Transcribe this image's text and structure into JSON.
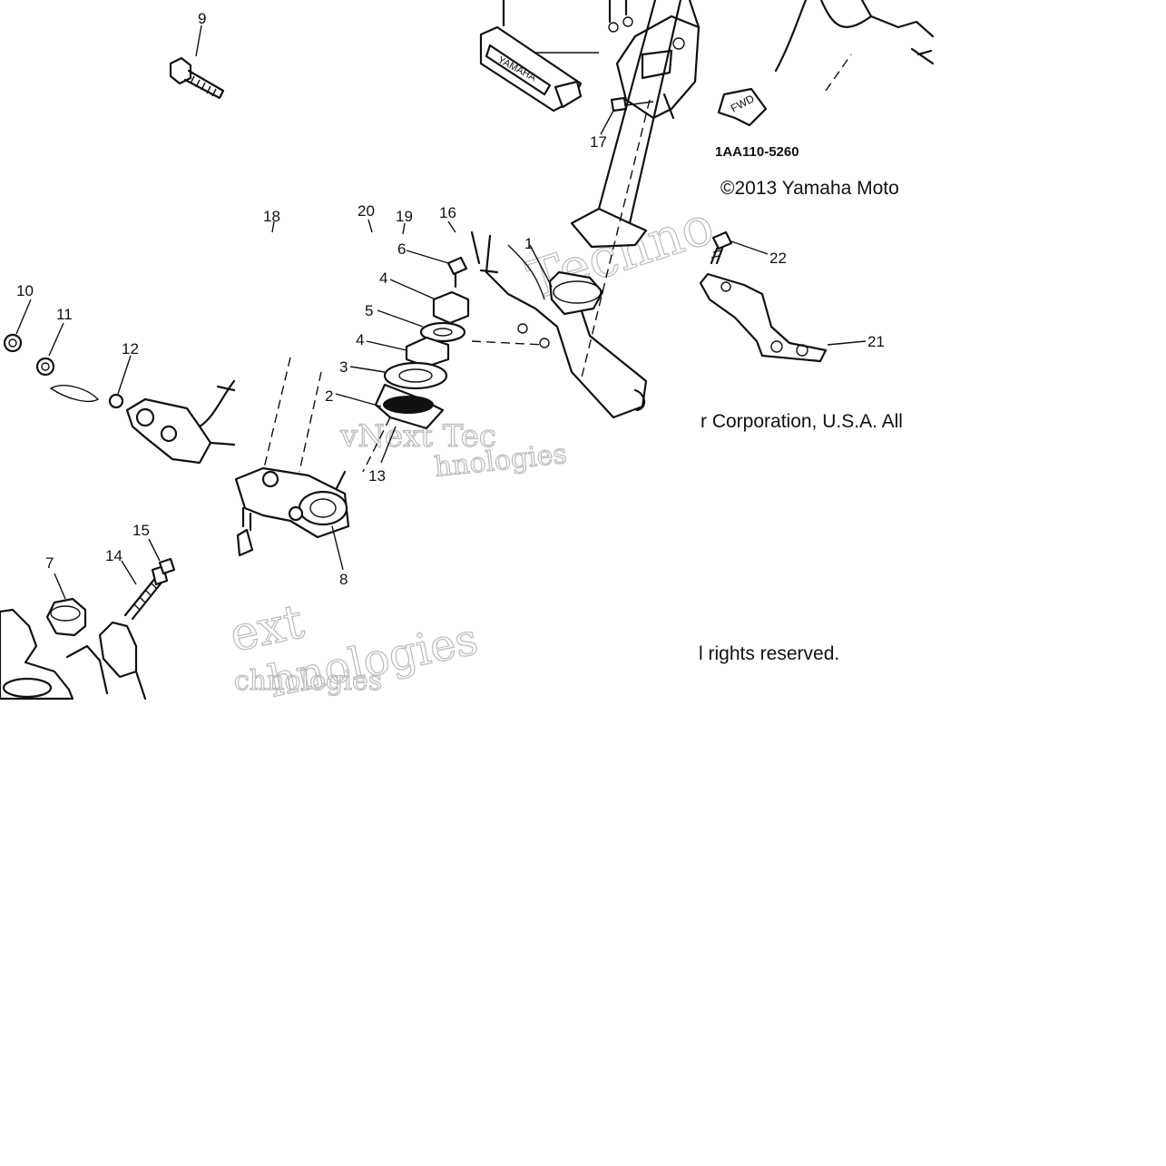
{
  "diagram": {
    "part_code": "1AA110-5260",
    "copyright_line1": "©2013 Yamaha Moto",
    "copyright_line2": "r Corporation, U.S.A. All",
    "copyright_line3": "l rights reserved.",
    "brand_label": "YAMAHA",
    "fwd_label": "FWD",
    "watermarks": [
      "vNext Tec",
      "hnologies",
      "Techno",
      "ext",
      "hnologies",
      "chnologies"
    ],
    "callouts": [
      "1",
      "2",
      "3",
      "4",
      "4",
      "5",
      "6",
      "7",
      "8",
      "9",
      "10",
      "11",
      "12",
      "13",
      "14",
      "15",
      "16",
      "17",
      "18",
      "19",
      "20",
      "21",
      "22"
    ]
  }
}
